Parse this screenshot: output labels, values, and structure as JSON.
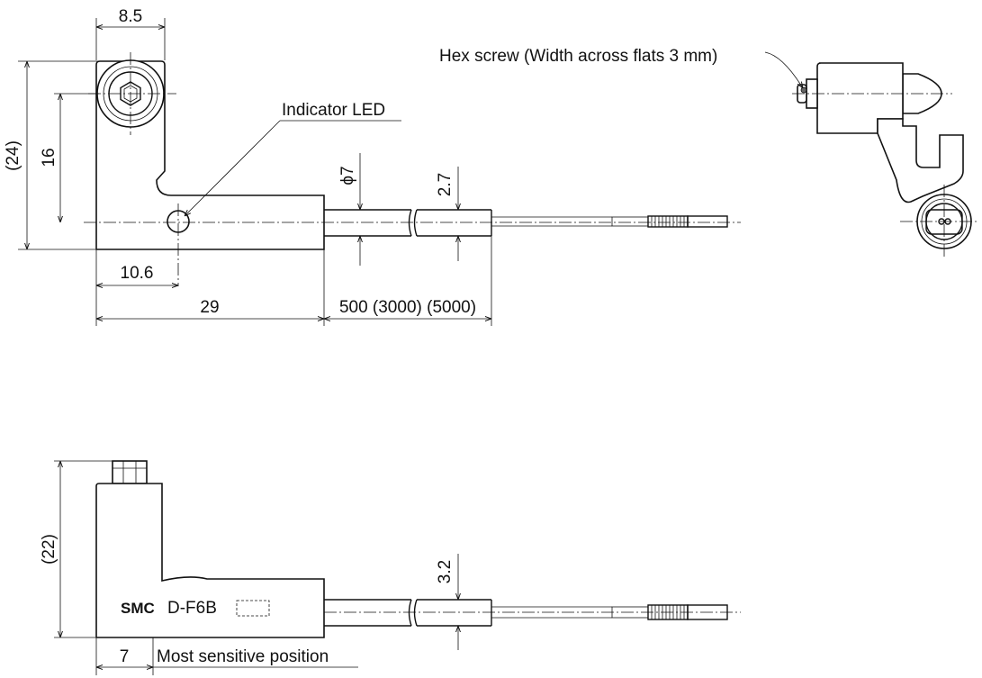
{
  "dimensions": {
    "width_top": "8.5",
    "height_overall": "(24)",
    "height_center": "16",
    "cable_dia": "ϕ7",
    "wire_dia": "2.7",
    "led_pos": "10.6",
    "body_len": "29",
    "cable_len": "500 (3000) (5000)",
    "height_side": "(22)",
    "wire_dia_side": "3.2",
    "sensitive_dim": "7"
  },
  "labels": {
    "hex_screw": "Hex screw (Width across flats 3 mm)",
    "indicator_led": "Indicator LED",
    "most_sensitive": "Most sensitive position",
    "brand": "SMC",
    "model": "D-F6B"
  }
}
